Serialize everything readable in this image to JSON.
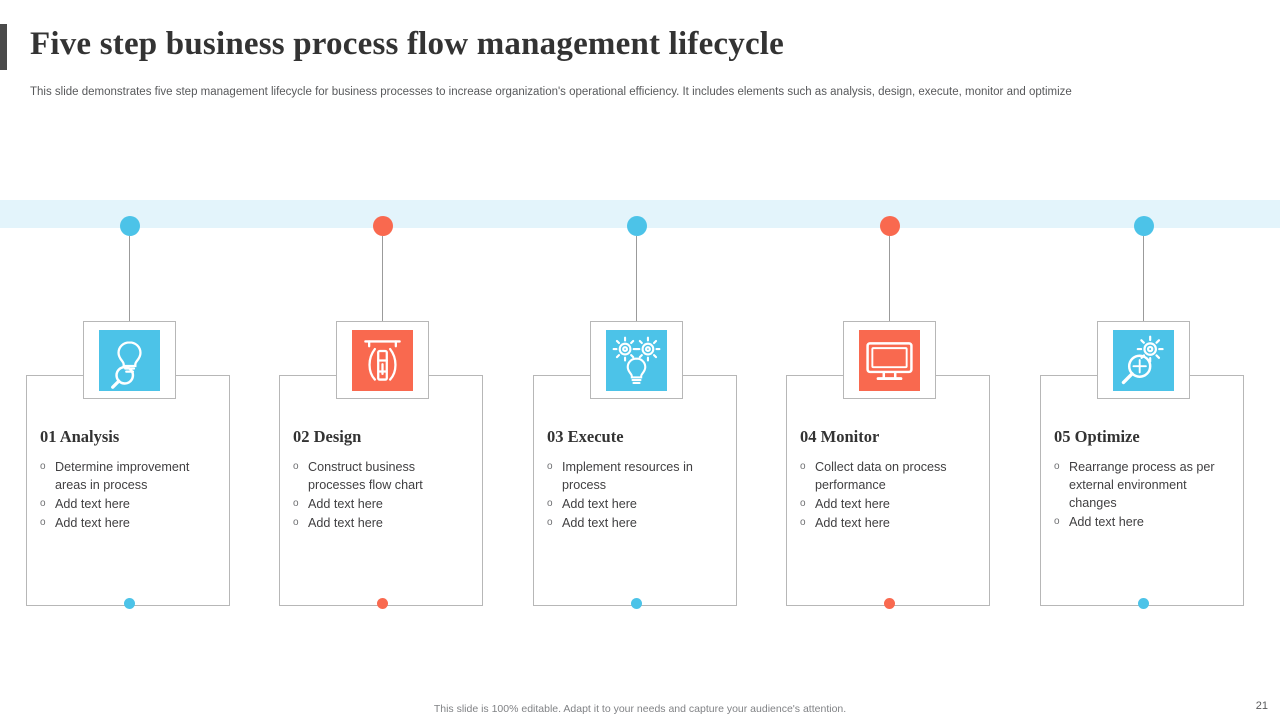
{
  "slide": {
    "title": "Five step business process flow management lifecycle",
    "subtitle": "This slide demonstrates five step management lifecycle for business processes to increase organization's operational efficiency. It includes elements such as analysis, design, execute, monitor and optimize",
    "footer_note": "This slide is 100% editable. Adapt it to your needs and capture your audience's attention.",
    "page_number": "21",
    "accent_blue": "#4cc3e8",
    "accent_orange": "#f9694f",
    "band_color": "#e3f4fb"
  },
  "steps": [
    {
      "title": "01 Analysis",
      "color": "#4cc3e8",
      "icon": "lightbulb-magnifier-icon",
      "bullets": [
        "Determine improvement areas in process",
        "Add text here",
        "Add text here"
      ]
    },
    {
      "title": "02 Design",
      "color": "#f9694f",
      "icon": "drafting-compass-icon",
      "bullets": [
        "Construct business processes flow chart",
        "Add text here",
        "Add text here"
      ]
    },
    {
      "title": "03 Execute",
      "color": "#4cc3e8",
      "icon": "gears-lightbulb-icon",
      "bullets": [
        "Implement resources in process",
        "Add text here",
        "Add text here"
      ]
    },
    {
      "title": "04 Monitor",
      "color": "#f9694f",
      "icon": "monitor-screen-icon",
      "bullets": [
        "Collect data on process performance",
        "Add text here",
        "Add text here"
      ]
    },
    {
      "title": "05 Optimize",
      "color": "#4cc3e8",
      "icon": "gear-magnifier-icon",
      "bullets": [
        "Rearrange process as per external environment changes",
        "Add text here"
      ]
    }
  ]
}
